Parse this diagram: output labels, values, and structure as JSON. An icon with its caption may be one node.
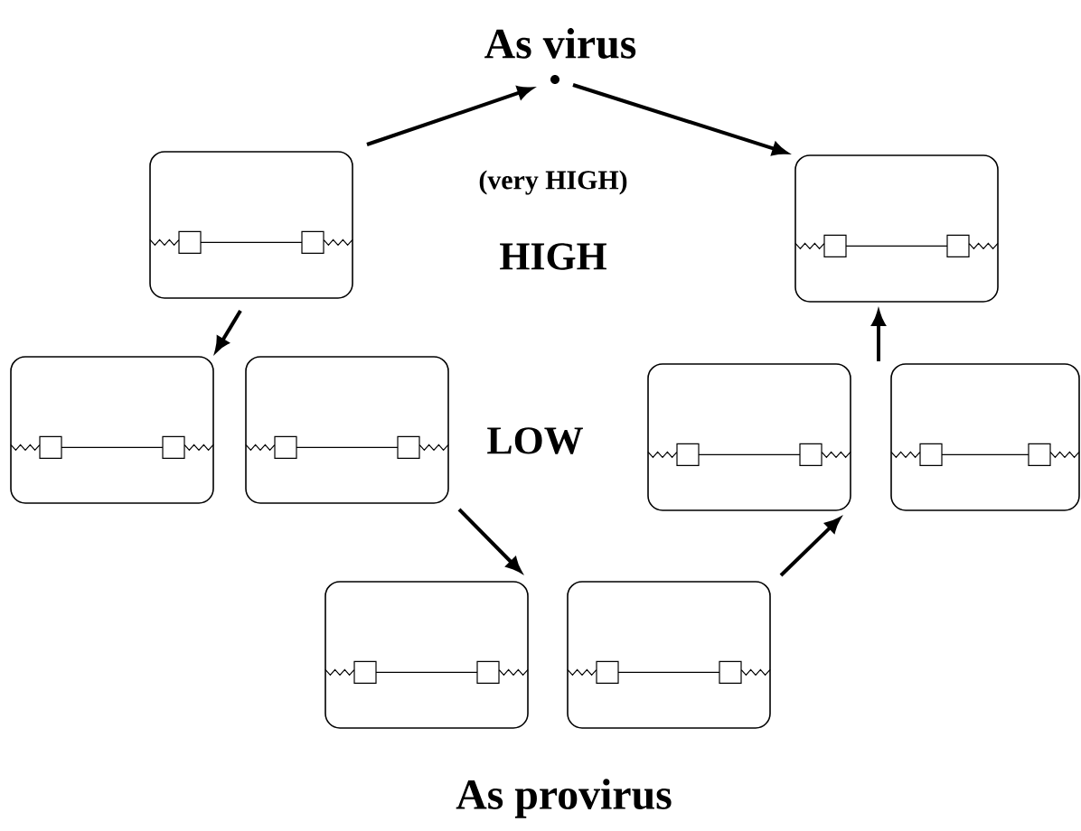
{
  "diagram": {
    "nodes": [
      {
        "text": [],
        "shape": "dot"
      },
      {
        "text": [],
        "shape": "box"
      },
      {
        "text": [],
        "shape": "box"
      },
      {
        "text": [],
        "shape": "box"
      },
      {
        "text": [],
        "shape": "box"
      },
      {
        "text": [],
        "shape": "box"
      },
      {
        "text": [],
        "shape": "box"
      },
      {
        "text": [],
        "shape": "box"
      },
      {
        "text": [],
        "shape": "box"
      }
    ],
    "edges": [
      {
        "from": 1,
        "to": 0,
        "arrow": "to"
      },
      {
        "from": 0,
        "to": 2,
        "arrow": "to"
      },
      {
        "from": 1,
        "to": 3,
        "arrow": "to"
      },
      {
        "from": 4,
        "to": 7,
        "arrow": "to"
      },
      {
        "from": 8,
        "to": 5,
        "arrow": "to"
      },
      {
        "from": 6,
        "to": 2,
        "arrow": "to"
      }
    ],
    "labels": [
      "As virus",
      "(very HIGH)",
      "HIGH",
      "LOW",
      "As provirus"
    ]
  }
}
